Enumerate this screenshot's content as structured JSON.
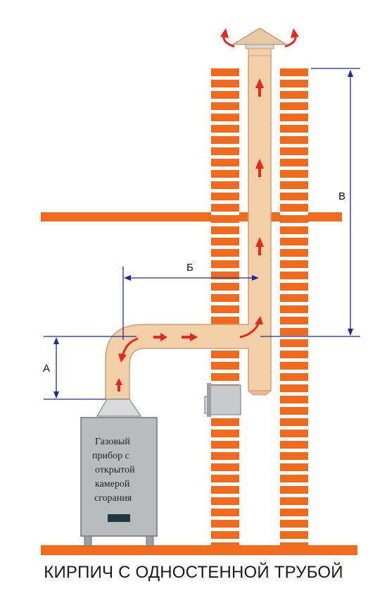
{
  "colors": {
    "brick": "#f26a1e",
    "mortar": "#ffffff",
    "pipe": "#f3cfa8",
    "pipe_edge": "#c9a07c",
    "arrow": "#e8271d",
    "dimension": "#1f2a9a",
    "boiler": "#b8bcbe",
    "boiler_edge": "#6e7478"
  },
  "labels": {
    "dim_a": "А",
    "dim_b": "Б",
    "dim_v": "В"
  },
  "boiler": {
    "lines": [
      "Газовый",
      "прибор с",
      "открытой",
      "камерой",
      "сгорания"
    ]
  },
  "caption": "КИРПИЧ С ОДНОСТЕННОЙ ТРУБОЙ",
  "icons": [
    "flow-arrow-icon",
    "draft-arrow-icon"
  ]
}
